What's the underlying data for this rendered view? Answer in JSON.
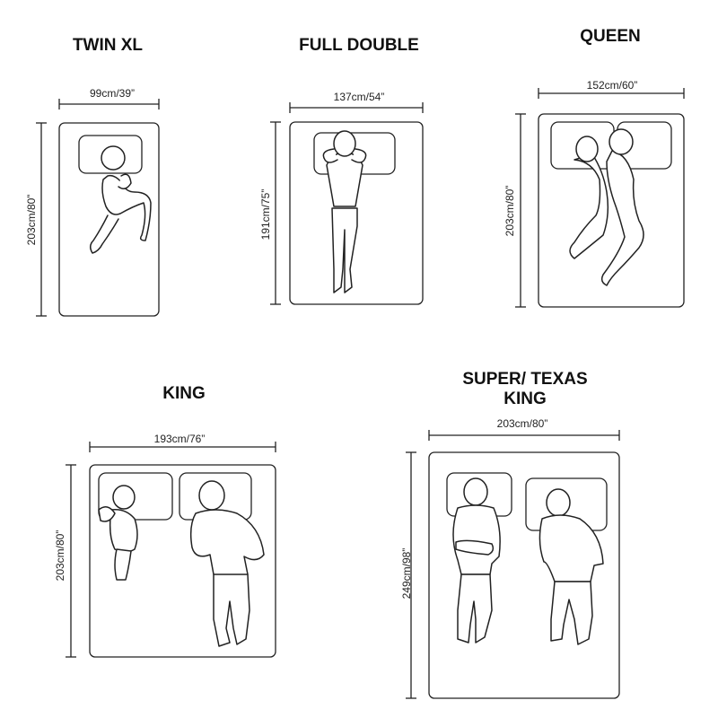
{
  "beds": [
    {
      "id": "twin-xl",
      "title_lines": [
        "TWIN XL"
      ],
      "width_label": "99cm/39”",
      "length_label": "203cm/80”"
    },
    {
      "id": "full-double",
      "title_lines": [
        "FULL DOUBLE"
      ],
      "width_label": "137cm/54”",
      "length_label": "191cm/75”"
    },
    {
      "id": "queen",
      "title_lines": [
        "QUEEN"
      ],
      "width_label": "152cm/60”",
      "length_label": "203cm/80”"
    },
    {
      "id": "king",
      "title_lines": [
        "KING"
      ],
      "width_label": "193cm/76”",
      "length_label": "203cm/80”"
    },
    {
      "id": "super-texas-king",
      "title_lines": [
        "SUPER/ TEXAS",
        "KING"
      ],
      "width_label": "203cm/80”",
      "length_label": "249cm/98”"
    }
  ]
}
